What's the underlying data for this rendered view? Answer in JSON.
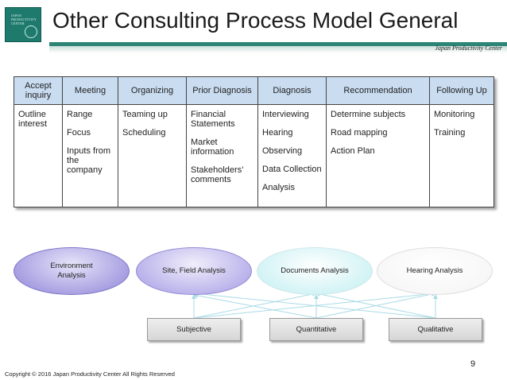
{
  "header": {
    "logo_text": [
      "JAPAN",
      "PRODUCTIVITY",
      "CENTER"
    ],
    "title": "Other Consulting Process Model General",
    "brand": "Japan Productivity Center"
  },
  "table": {
    "columns": [
      {
        "header": "Accept inquiry",
        "items": [
          "Outline interest"
        ]
      },
      {
        "header": "Meeting",
        "items": [
          "Range",
          "Focus",
          "Inputs from the company"
        ]
      },
      {
        "header": "Organizing",
        "items": [
          "Teaming up",
          "Scheduling"
        ]
      },
      {
        "header": "Prior Diagnosis",
        "items": [
          "Financial Statements",
          "Market information",
          "Stakeholders’ comments"
        ]
      },
      {
        "header": "Diagnosis",
        "items": [
          "Interviewing",
          "Hearing",
          "Observing",
          "Data Collection",
          "Analysis"
        ]
      },
      {
        "header": "Recommendation",
        "items": [
          "Determine subjects",
          "Road mapping",
          "Action Plan"
        ]
      },
      {
        "header": "Following Up",
        "items": [
          "Monitoring",
          "Training"
        ]
      }
    ]
  },
  "diagram": {
    "ellipses": [
      "Environment Analysis",
      "Site, Field Analysis",
      "Documents Analysis",
      "Hearing Analysis"
    ],
    "boxes": [
      "Subjective",
      "Quantitative",
      "Qualitative"
    ]
  },
  "colors": {
    "accent": "#2d8576",
    "table_header": "#c9dcf0",
    "arrow": "#a9dbe6"
  },
  "footer": {
    "page_number": "9",
    "copyright": "Copyright © 2016 Japan Productivity Center All Rights Reserved"
  }
}
